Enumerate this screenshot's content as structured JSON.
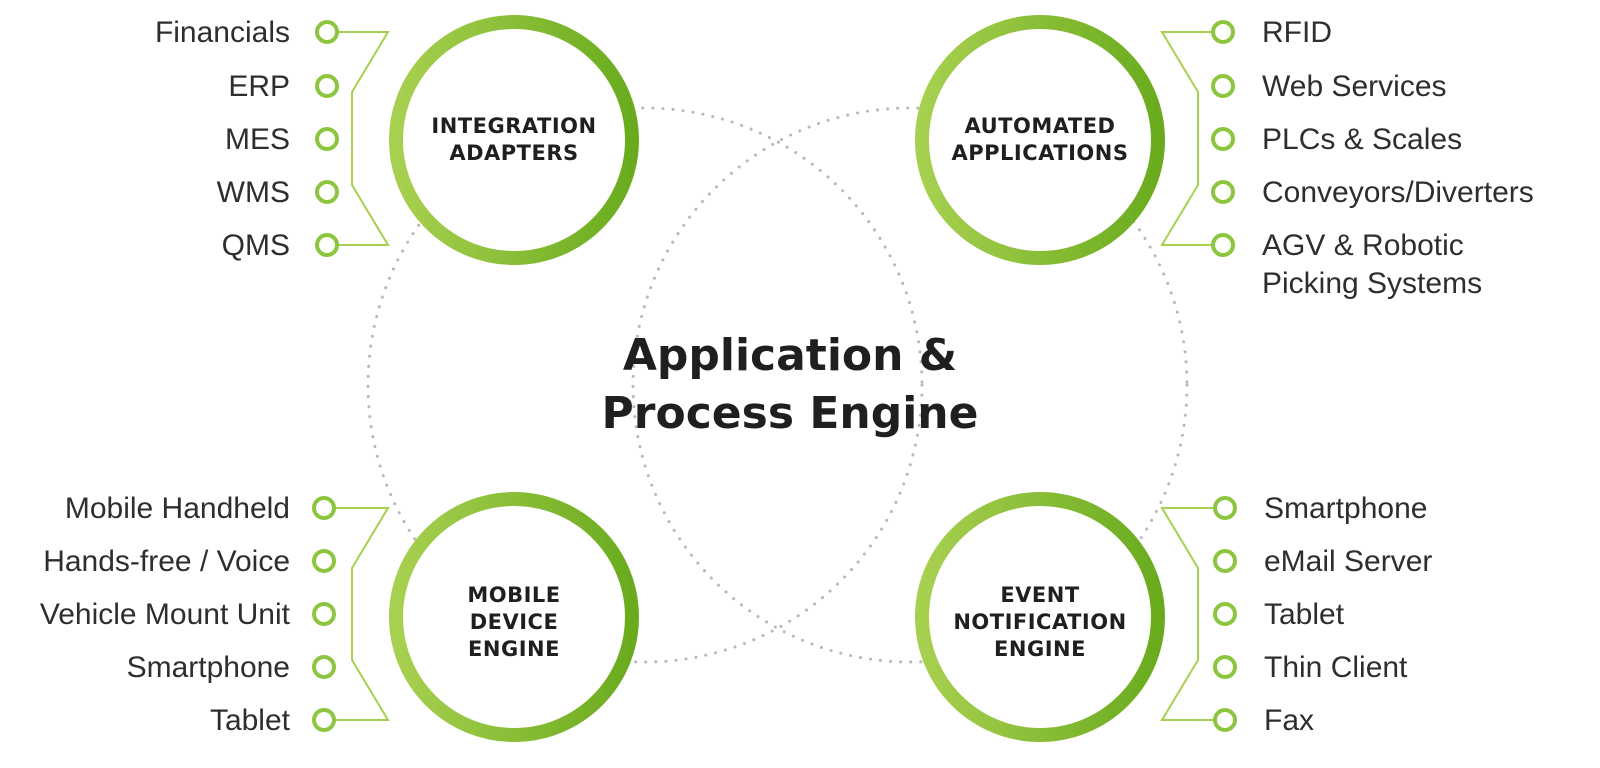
{
  "center": {
    "line1": "Application &",
    "line2": "Process Engine"
  },
  "colors": {
    "accent": "#7ab32e",
    "accent_light": "#a8d050",
    "dots": "#b8b8b8",
    "text": "#2e2e2e"
  },
  "hubs": {
    "integration": {
      "line1": "INTEGRATION",
      "line2": "ADAPTERS",
      "items": [
        "Financials",
        "ERP",
        "MES",
        "WMS",
        "QMS"
      ]
    },
    "automated": {
      "line1": "AUTOMATED",
      "line2": "APPLICATIONS",
      "items": [
        "RFID",
        "Web Services",
        "PLCs & Scales",
        "Conveyors/Diverters",
        "AGV & Robotic",
        "Picking Systems"
      ]
    },
    "mobile": {
      "line1": "MOBILE",
      "line2": "DEVICE",
      "line3": "ENGINE",
      "items": [
        "Mobile Handheld",
        "Hands-free / Voice",
        "Vehicle Mount Unit",
        "Smartphone",
        "Tablet"
      ]
    },
    "event": {
      "line1": "EVENT",
      "line2": "NOTIFICATION",
      "line3": "ENGINE",
      "items": [
        "Smartphone",
        "eMail Server",
        "Tablet",
        "Thin Client",
        "Fax"
      ]
    }
  }
}
